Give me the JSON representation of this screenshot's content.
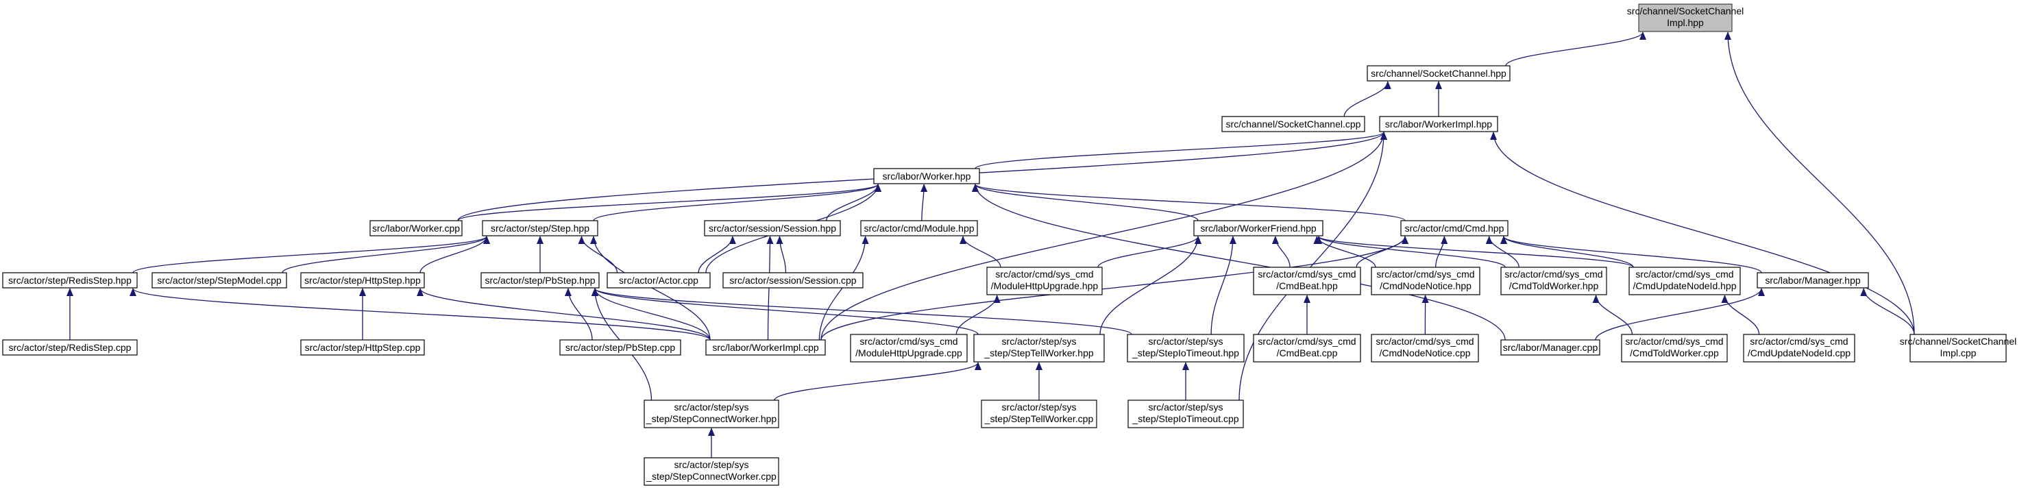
{
  "graph": {
    "nodes": [
      {
        "id": "n0",
        "lines": [
          "src/channel/SocketChannel",
          "Impl.hpp"
        ],
        "highlight": true
      },
      {
        "id": "n1",
        "lines": [
          "src/channel/SocketChannel.hpp"
        ]
      },
      {
        "id": "n2",
        "lines": [
          "src/channel/SocketChannel.cpp"
        ]
      },
      {
        "id": "n3",
        "lines": [
          "src/labor/WorkerImpl.hpp"
        ]
      },
      {
        "id": "n4",
        "lines": [
          "src/labor/Worker.hpp"
        ]
      },
      {
        "id": "n5",
        "lines": [
          "src/labor/Worker.cpp"
        ]
      },
      {
        "id": "n6",
        "lines": [
          "src/actor/step/Step.hpp"
        ]
      },
      {
        "id": "n7",
        "lines": [
          "src/actor/session/Session.hpp"
        ]
      },
      {
        "id": "n8",
        "lines": [
          "src/actor/cmd/Module.hpp"
        ]
      },
      {
        "id": "n9",
        "lines": [
          "src/labor/WorkerFriend.hpp"
        ]
      },
      {
        "id": "n10",
        "lines": [
          "src/actor/cmd/Cmd.hpp"
        ]
      },
      {
        "id": "n11",
        "lines": [
          "src/actor/step/RedisStep.hpp"
        ]
      },
      {
        "id": "n12",
        "lines": [
          "src/actor/step/StepModel.cpp"
        ]
      },
      {
        "id": "n13",
        "lines": [
          "src/actor/step/HttpStep.hpp"
        ]
      },
      {
        "id": "n14",
        "lines": [
          "src/actor/step/PbStep.hpp"
        ]
      },
      {
        "id": "n15",
        "lines": [
          "src/actor/Actor.cpp"
        ]
      },
      {
        "id": "n16",
        "lines": [
          "src/actor/session/Session.cpp"
        ]
      },
      {
        "id": "n17",
        "lines": [
          "src/actor/cmd/sys_cmd",
          "/ModuleHttpUpgrade.hpp"
        ]
      },
      {
        "id": "n18",
        "lines": [
          "src/actor/cmd/sys_cmd",
          "/CmdBeat.hpp"
        ]
      },
      {
        "id": "n19",
        "lines": [
          "src/actor/cmd/sys_cmd",
          "/CmdNodeNotice.hpp"
        ]
      },
      {
        "id": "n20",
        "lines": [
          "src/actor/cmd/sys_cmd",
          "/CmdToldWorker.hpp"
        ]
      },
      {
        "id": "n21",
        "lines": [
          "src/actor/cmd/sys_cmd",
          "/CmdUpdateNodeId.hpp"
        ]
      },
      {
        "id": "n22",
        "lines": [
          "src/labor/Manager.hpp"
        ]
      },
      {
        "id": "n23",
        "lines": [
          "src/actor/step/RedisStep.cpp"
        ]
      },
      {
        "id": "n24",
        "lines": [
          "src/actor/step/HttpStep.cpp"
        ]
      },
      {
        "id": "n25",
        "lines": [
          "src/actor/step/PbStep.cpp"
        ]
      },
      {
        "id": "n26",
        "lines": [
          "src/labor/WorkerImpl.cpp"
        ]
      },
      {
        "id": "n27",
        "lines": [
          "src/actor/cmd/sys_cmd",
          "/ModuleHttpUpgrade.cpp"
        ]
      },
      {
        "id": "n28",
        "lines": [
          "src/actor/step/sys",
          "_step/StepTellWorker.hpp"
        ]
      },
      {
        "id": "n29",
        "lines": [
          "src/actor/step/sys",
          "_step/StepIoTimeout.hpp"
        ]
      },
      {
        "id": "n30",
        "lines": [
          "src/actor/cmd/sys_cmd",
          "/CmdBeat.cpp"
        ]
      },
      {
        "id": "n31",
        "lines": [
          "src/actor/cmd/sys_cmd",
          "/CmdNodeNotice.cpp"
        ]
      },
      {
        "id": "n32",
        "lines": [
          "src/labor/Manager.cpp"
        ]
      },
      {
        "id": "n33",
        "lines": [
          "src/actor/cmd/sys_cmd",
          "/CmdToldWorker.cpp"
        ]
      },
      {
        "id": "n34",
        "lines": [
          "src/actor/cmd/sys_cmd",
          "/CmdUpdateNodeId.cpp"
        ]
      },
      {
        "id": "n35",
        "lines": [
          "src/channel/SocketChannel",
          "Impl.cpp"
        ]
      },
      {
        "id": "n36",
        "lines": [
          "src/actor/step/sys",
          "_step/StepConnectWorker.hpp"
        ]
      },
      {
        "id": "n37",
        "lines": [
          "src/actor/step/sys",
          "_step/StepTellWorker.cpp"
        ]
      },
      {
        "id": "n38",
        "lines": [
          "src/actor/step/sys",
          "_step/StepIoTimeout.cpp"
        ]
      },
      {
        "id": "n39",
        "lines": [
          "src/actor/step/sys",
          "_step/StepConnectWorker.cpp"
        ]
      }
    ],
    "edges": [
      [
        "n1",
        "n0"
      ],
      [
        "n35",
        "n0"
      ],
      [
        "n2",
        "n1"
      ],
      [
        "n3",
        "n1"
      ],
      [
        "n4",
        "n3"
      ],
      [
        "n5",
        "n3"
      ],
      [
        "n26",
        "n3"
      ],
      [
        "n38",
        "n3"
      ],
      [
        "n35",
        "n3"
      ],
      [
        "n5",
        "n4"
      ],
      [
        "n6",
        "n4"
      ],
      [
        "n7",
        "n4"
      ],
      [
        "n8",
        "n4"
      ],
      [
        "n9",
        "n4"
      ],
      [
        "n10",
        "n4"
      ],
      [
        "n15",
        "n4"
      ],
      [
        "n32",
        "n4"
      ],
      [
        "n11",
        "n6"
      ],
      [
        "n12",
        "n6"
      ],
      [
        "n13",
        "n6"
      ],
      [
        "n14",
        "n6"
      ],
      [
        "n15",
        "n6"
      ],
      [
        "n26",
        "n6"
      ],
      [
        "n15",
        "n7"
      ],
      [
        "n16",
        "n7"
      ],
      [
        "n26",
        "n7"
      ],
      [
        "n17",
        "n8"
      ],
      [
        "n26",
        "n8"
      ],
      [
        "n17",
        "n9"
      ],
      [
        "n18",
        "n9"
      ],
      [
        "n19",
        "n9"
      ],
      [
        "n20",
        "n9"
      ],
      [
        "n21",
        "n9"
      ],
      [
        "n28",
        "n9"
      ],
      [
        "n29",
        "n9"
      ],
      [
        "n18",
        "n10"
      ],
      [
        "n19",
        "n10"
      ],
      [
        "n20",
        "n10"
      ],
      [
        "n21",
        "n10"
      ],
      [
        "n22",
        "n10"
      ],
      [
        "n26",
        "n10"
      ],
      [
        "n23",
        "n11"
      ],
      [
        "n26",
        "n11"
      ],
      [
        "n24",
        "n13"
      ],
      [
        "n26",
        "n13"
      ],
      [
        "n25",
        "n14"
      ],
      [
        "n26",
        "n14"
      ],
      [
        "n28",
        "n14"
      ],
      [
        "n29",
        "n14"
      ],
      [
        "n36",
        "n14"
      ],
      [
        "n27",
        "n17"
      ],
      [
        "n30",
        "n18"
      ],
      [
        "n31",
        "n19"
      ],
      [
        "n33",
        "n20"
      ],
      [
        "n34",
        "n21"
      ],
      [
        "n32",
        "n22"
      ],
      [
        "n35",
        "n22"
      ],
      [
        "n36",
        "n28"
      ],
      [
        "n37",
        "n28"
      ],
      [
        "n38",
        "n29"
      ],
      [
        "n39",
        "n36"
      ]
    ]
  }
}
